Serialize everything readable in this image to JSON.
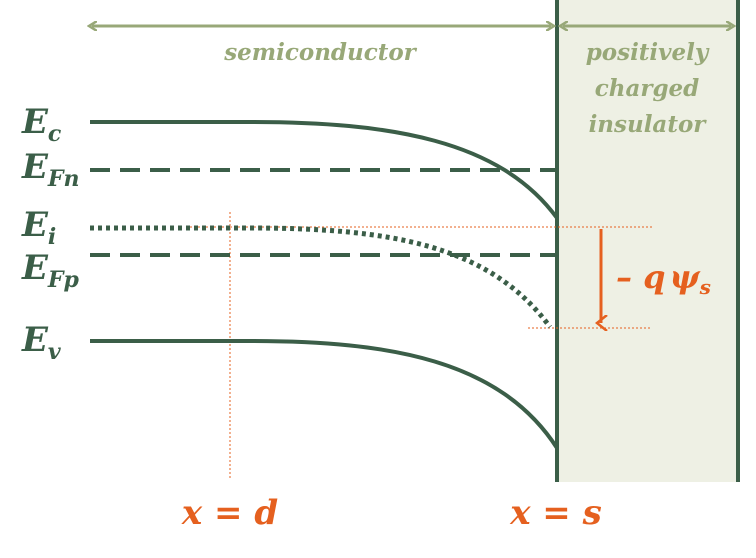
{
  "colors": {
    "band": "#3b5e48",
    "accent": "#e5601f",
    "label_light": "#98a878",
    "insulator_fill": "#eef0e4"
  },
  "regions": {
    "semiconductor": "semiconductor",
    "insulator_line1": "positively",
    "insulator_line2": "charged",
    "insulator_line3": "insulator"
  },
  "levels": {
    "ec": {
      "main": "E",
      "sub": "c"
    },
    "efn": {
      "main": "E",
      "sub": "Fn"
    },
    "ei": {
      "main": "E",
      "sub": "i"
    },
    "efp": {
      "main": "E",
      "sub": "Fp"
    },
    "ev": {
      "main": "E",
      "sub": "v"
    }
  },
  "positions": {
    "d": "x = d",
    "s": "x = s"
  },
  "potential": {
    "prefix": "– q",
    "psi": "ψ",
    "sub": "s"
  }
}
